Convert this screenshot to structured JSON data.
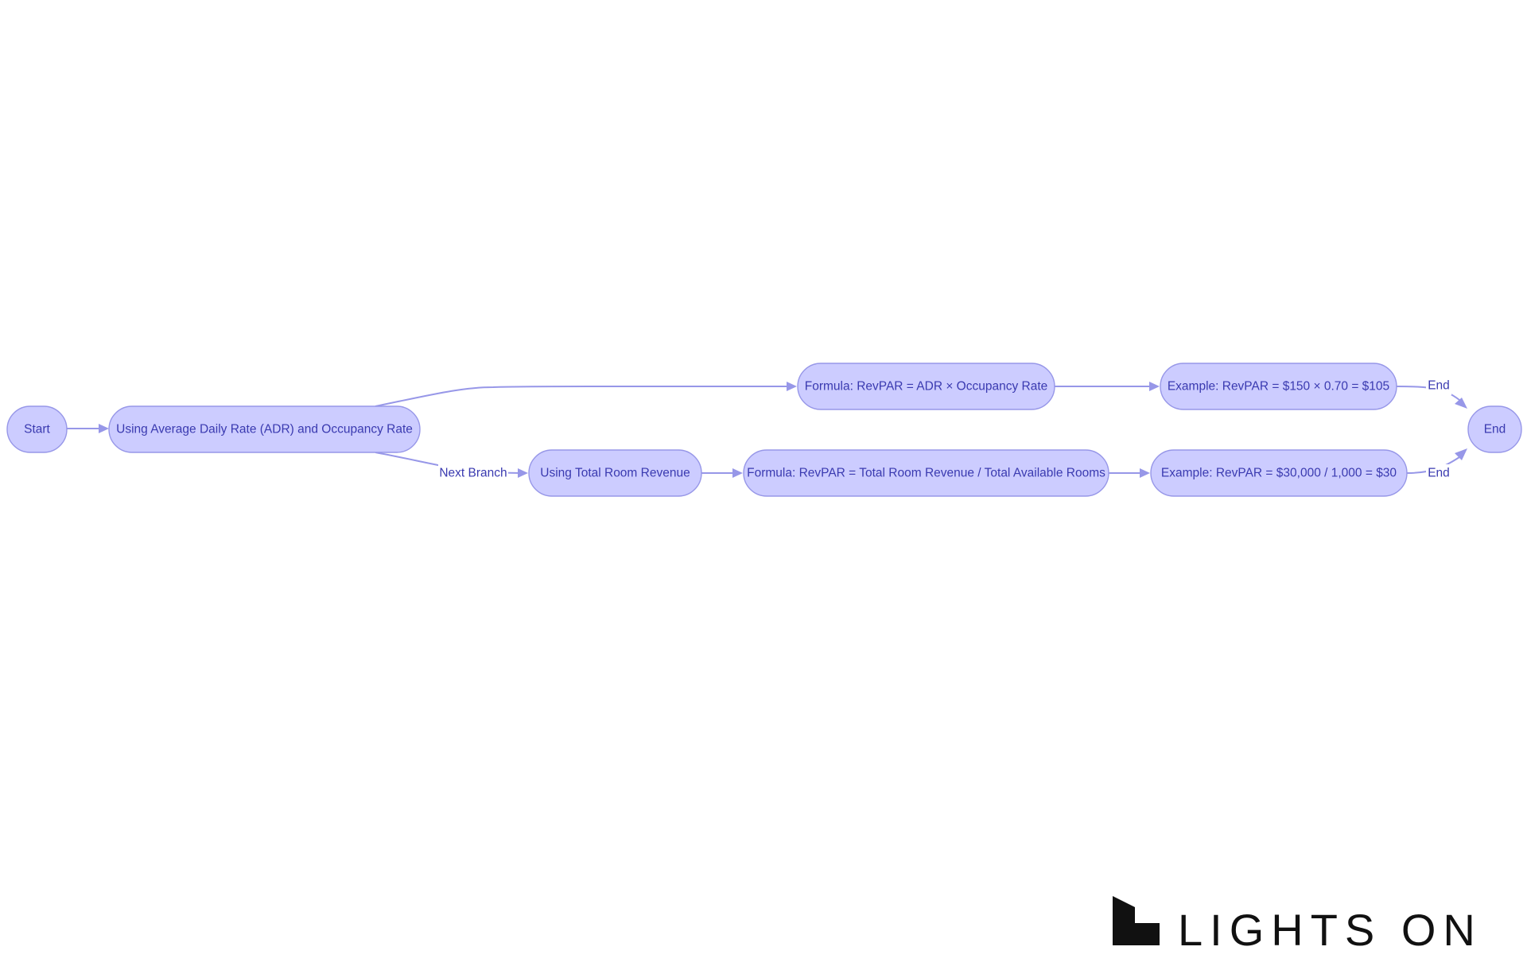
{
  "diagram": {
    "nodes": {
      "start": "Start",
      "adr_method": "Using Average Daily Rate (ADR) and Occupancy Rate",
      "formula_adr": "Formula: RevPAR = ADR × Occupancy Rate",
      "example_adr": "Example: RevPAR = $150 × 0.70 = $105",
      "revenue_method": "Using Total Room Revenue",
      "formula_revenue": "Formula: RevPAR = Total Room Revenue / Total Available Rooms",
      "example_revenue": "Example: RevPAR = $30,000 / 1,000 = $30",
      "end": "End"
    },
    "edge_labels": {
      "next_branch": "Next Branch",
      "end_top": "End",
      "end_bottom": "End"
    }
  },
  "logo": {
    "text": "LIGHTS ON"
  },
  "colors": {
    "node_fill": "#ccccff",
    "node_stroke": "#9797e8",
    "text": "#3a3ab0",
    "edge": "#9797e8",
    "logo": "#111111"
  }
}
